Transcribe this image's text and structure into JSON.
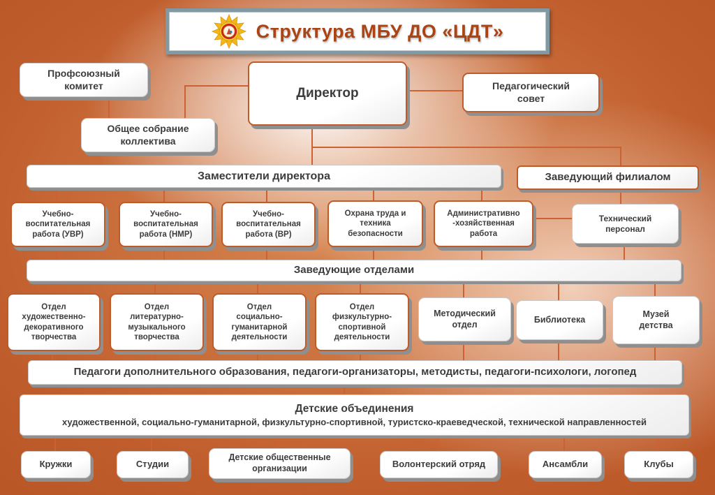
{
  "colors": {
    "background_orange": "#c05d2c",
    "connector_orange": "#cc6233",
    "title_text": "#aa4414",
    "title_border": "#8099a3",
    "box_border_orange": "#bf5b28",
    "box_text": "#3c3c3c",
    "shadow_gray": "#8f8f8f",
    "logo_yellow": "#f0b818",
    "logo_red": "#c8281e"
  },
  "title": {
    "text": "Структура МБУ ДО «ЦДТ»",
    "logo_icon": "sun-emblem"
  },
  "nodes": {
    "profkom": {
      "label": "Профсоюзный\nкомитет"
    },
    "sobranie": {
      "label": "Общее собрание\nколлектива"
    },
    "director": {
      "label": "Директор"
    },
    "pedsovet": {
      "label": "Педагогический\nсовет"
    },
    "zam_bar": {
      "label": "Заместители директора"
    },
    "filial": {
      "label": "Заведующий филиалом"
    },
    "uvr": {
      "label": "Учебно-\nвоспитательная\nработа (УВР)"
    },
    "nmr": {
      "label": "Учебно-\nвоспитательная\nработа (НМР)"
    },
    "vr": {
      "label": "Учебно-\nвоспитательная\nработа (ВР)"
    },
    "ohrana": {
      "label": "Охрана труда и\nтехника\nбезопасности"
    },
    "admin": {
      "label": "Административно\n-хозяйственная\nработа"
    },
    "tehn": {
      "label": "Технический\nперсонал"
    },
    "zav_bar": {
      "label": "Заведующие отделами"
    },
    "otdel_hud": {
      "label": "Отдел\nхудожественно-\nдекоративного\nтворчества"
    },
    "otdel_lit": {
      "label": "Отдел\nлитературно-\nмузыкального\nтворчества"
    },
    "otdel_soc": {
      "label": "Отдел\nсоциально-\nгуманитарной\nдеятельности"
    },
    "otdel_fiz": {
      "label": "Отдел\nфизкультурно-\nспортивной\nдеятельности"
    },
    "metod": {
      "label": "Методический\nотдел"
    },
    "biblio": {
      "label": "Библиотека"
    },
    "muzei": {
      "label": "Музей\nдетства"
    },
    "ped_bar": {
      "label": "Педагоги дополнительного образования, педагоги-организаторы, методисты, педагоги-психологи, логопед"
    },
    "detskie": {
      "title": "Детские объединения",
      "subtitle": "художественной, социально-гуманитарной, физкультурно-спортивной, туристско-краеведческой, технической направленностей"
    },
    "kruzhki": {
      "label": "Кружки"
    },
    "studii": {
      "label": "Студии"
    },
    "detorg": {
      "label": "Детские общественные\nорганизации"
    },
    "volonter": {
      "label": "Волонтерский отряд"
    },
    "ansambli": {
      "label": "Ансамбли"
    },
    "kluby": {
      "label": "Клубы"
    }
  }
}
